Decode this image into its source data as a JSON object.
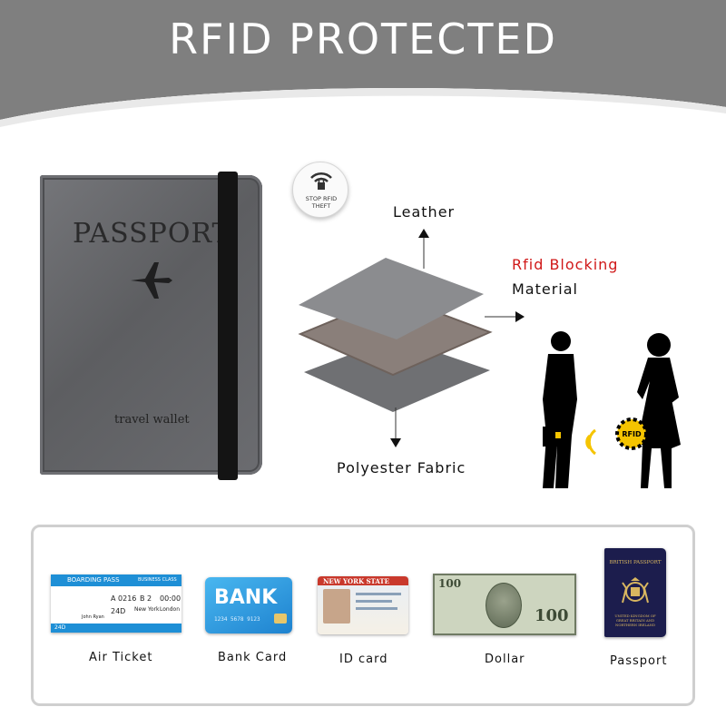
{
  "header": {
    "title": "RFID PROTECTED"
  },
  "passport": {
    "title": "PASSPORT",
    "subtitle": "travel wallet"
  },
  "badge": {
    "line1": "STOP RFID",
    "line2": "THEFT"
  },
  "layers": {
    "top_label": "Leather",
    "middle_label_highlight": "Rfid Blocking",
    "middle_label_rest": "Material",
    "bottom_label": "Polyester Fabric"
  },
  "scene": {
    "tag_text": "RFID"
  },
  "items": [
    {
      "name": "Air Ticket",
      "icon": "boarding-pass"
    },
    {
      "name": "Bank Card",
      "icon": "bank-card"
    },
    {
      "name": "ID card",
      "icon": "id-card"
    },
    {
      "name": "Dollar",
      "icon": "dollar-bill"
    },
    {
      "name": "Passport",
      "icon": "british-passport"
    }
  ],
  "ticket": {
    "title": "BOARDING PASS",
    "class": "BUSINESS CLASS",
    "from_city": "",
    "gate": "A 0216",
    "seat": "B 2",
    "time": "00:00",
    "to_city_1": "New York",
    "to_city_2": "London",
    "seat_code": "24D",
    "passenger": "John Ryan",
    "foot": "24D"
  },
  "bank_card": {
    "word": "BANK",
    "number": "1234 5678 9123"
  },
  "id_card": {
    "state": "NEW YORK STATE"
  },
  "dollar": {
    "denomination": "100"
  },
  "uk_passport": {
    "top": "BRITISH PASSPORT",
    "bottom": "UNITED KINGDOM OF GREAT BRITAIN AND NORTHERN IRELAND"
  },
  "colors": {
    "banner_gray": "#7d7d7d",
    "accent_red": "#d01818",
    "rfid_yellow": "#f5c400"
  }
}
